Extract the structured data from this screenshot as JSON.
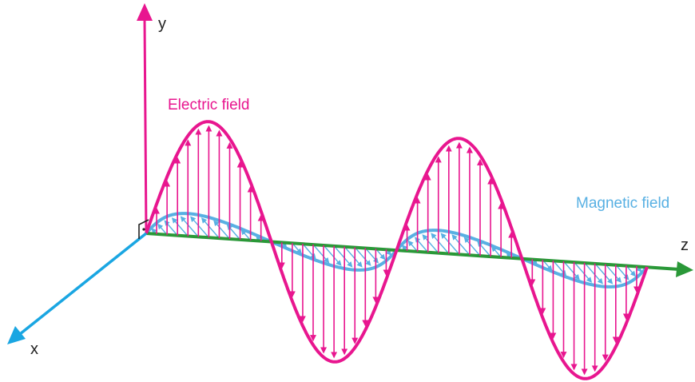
{
  "axes": {
    "x_label": "x",
    "y_label": "y",
    "z_label": "z"
  },
  "electric": {
    "label": "Electric field"
  },
  "magnetic": {
    "label": "Magnetic field"
  },
  "colors": {
    "electric": "#e8168f",
    "magnetic": "#58b0e3",
    "z_axis": "#2a9838",
    "x_axis": "#1aa6e2",
    "y_axis": "#e8168f",
    "text": "#222222"
  }
}
